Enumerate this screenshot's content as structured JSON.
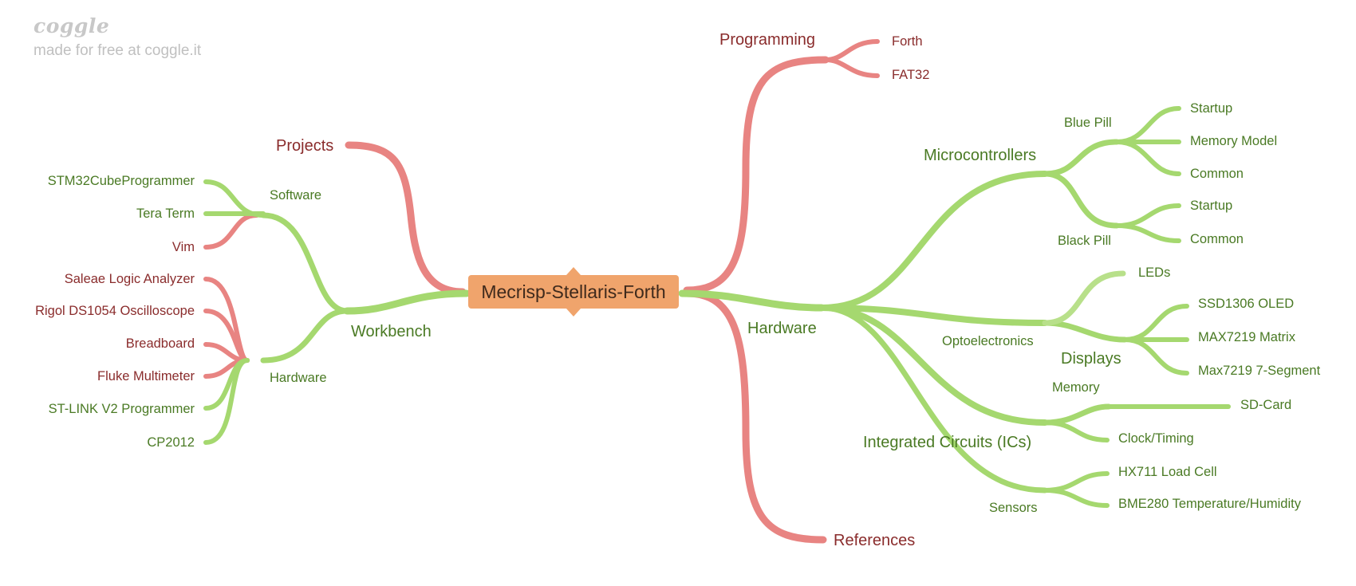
{
  "watermark": {
    "logo": "coggle",
    "subtitle": "made for free at coggle.it"
  },
  "colors": {
    "red_branch": "#e88482",
    "green_branch": "#a5d86f",
    "light_green_branch": "#b8e08a",
    "root_fill": "#f0a46c",
    "red_text": "#8a2c2c",
    "green_text": "#4a7a24"
  },
  "mindmap": {
    "root": "Mecrisp-Stellaris-Forth",
    "programming": {
      "label": "Programming",
      "children": [
        "Forth",
        "FAT32"
      ]
    },
    "projects": {
      "label": "Projects"
    },
    "references": {
      "label": "References"
    },
    "workbench": {
      "label": "Workbench",
      "software": {
        "label": "Software",
        "children": [
          "STM32CubeProgrammer",
          "Tera Term",
          "Vim"
        ]
      },
      "hardware": {
        "label": "Hardware",
        "children": [
          "Saleae Logic Analyzer",
          "Rigol DS1054 Oscilloscope",
          "Breadboard",
          "Fluke Multimeter",
          "ST-LINK V2 Programmer",
          "CP2012"
        ]
      }
    },
    "hardware": {
      "label": "Hardware",
      "microcontrollers": {
        "label": "Microcontrollers",
        "blue_pill": {
          "label": "Blue Pill",
          "children": [
            "Startup",
            "Memory Model",
            "Common"
          ]
        },
        "black_pill": {
          "label": "Black Pill",
          "children": [
            "Startup",
            "Common"
          ]
        }
      },
      "optoelectronics": {
        "label": "Optoelectronics",
        "leds": "LEDs",
        "displays": {
          "label": "Displays",
          "children": [
            "SSD1306 OLED",
            "MAX7219 Matrix",
            "Max7219 7-Segment"
          ]
        }
      },
      "ics": {
        "label": "Integrated Circuits (ICs)",
        "memory": {
          "label": "Memory",
          "children": [
            "SD-Card"
          ]
        },
        "clock": "Clock/Timing",
        "sensors": {
          "label": "Sensors",
          "children": [
            "HX711 Load Cell",
            "BME280 Temperature/Humidity"
          ]
        }
      }
    }
  }
}
